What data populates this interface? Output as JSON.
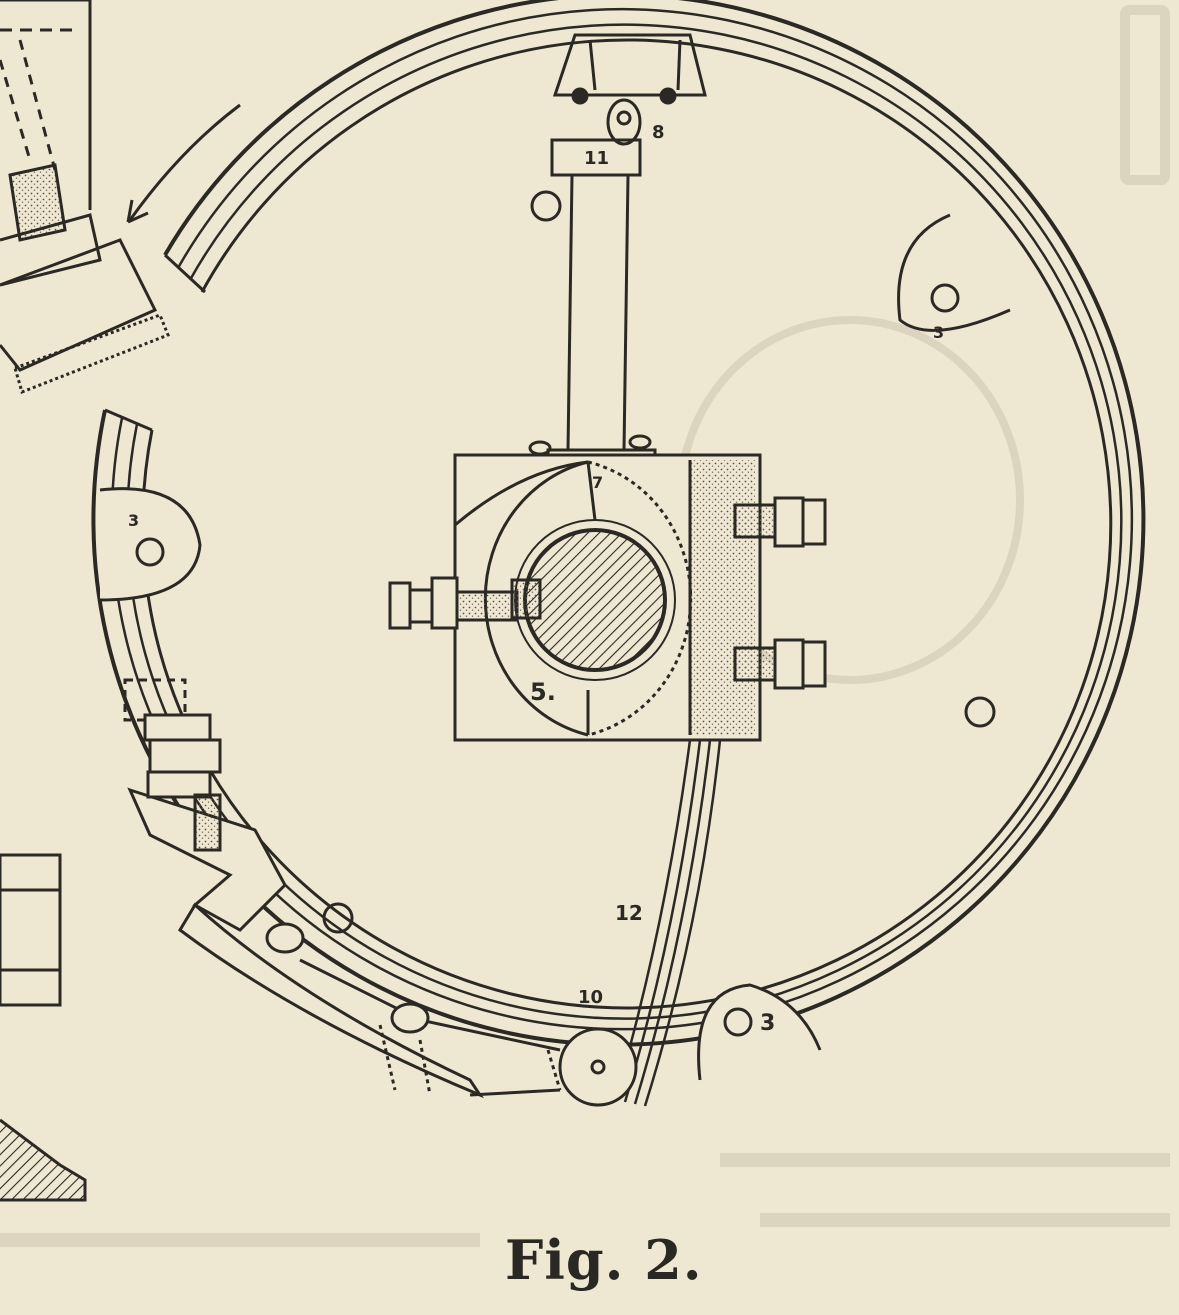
{
  "figure": {
    "caption": "Fig. 2.",
    "part_labels": {
      "p3a": "3",
      "p3b": "3",
      "p3c": "3",
      "p5": "5.",
      "p7": "7",
      "p8": "8",
      "p10": "10",
      "p11": "11",
      "p12": "12"
    }
  },
  "colors": {
    "paper": "#eee7d2",
    "ink": "#2b2924",
    "ghost_text": "#cfc7b2"
  }
}
